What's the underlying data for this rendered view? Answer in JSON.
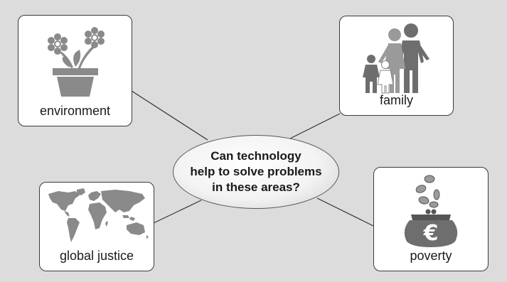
{
  "center": {
    "lines": [
      "Can technology",
      "help to solve problems",
      "in these areas?"
    ]
  },
  "topics": {
    "environment": {
      "label": "environment",
      "icon": "flower-pot-icon"
    },
    "family": {
      "label": "family",
      "icon": "family-icon"
    },
    "global_justice": {
      "label": "global justice",
      "icon": "world-map-icon"
    },
    "poverty": {
      "label": "poverty",
      "icon": "euro-purse-icon"
    }
  },
  "colors": {
    "background": "#dcdcdc",
    "card": "#ffffff",
    "icon_gray": "#8a8a8a",
    "text": "#1a1a1a"
  }
}
